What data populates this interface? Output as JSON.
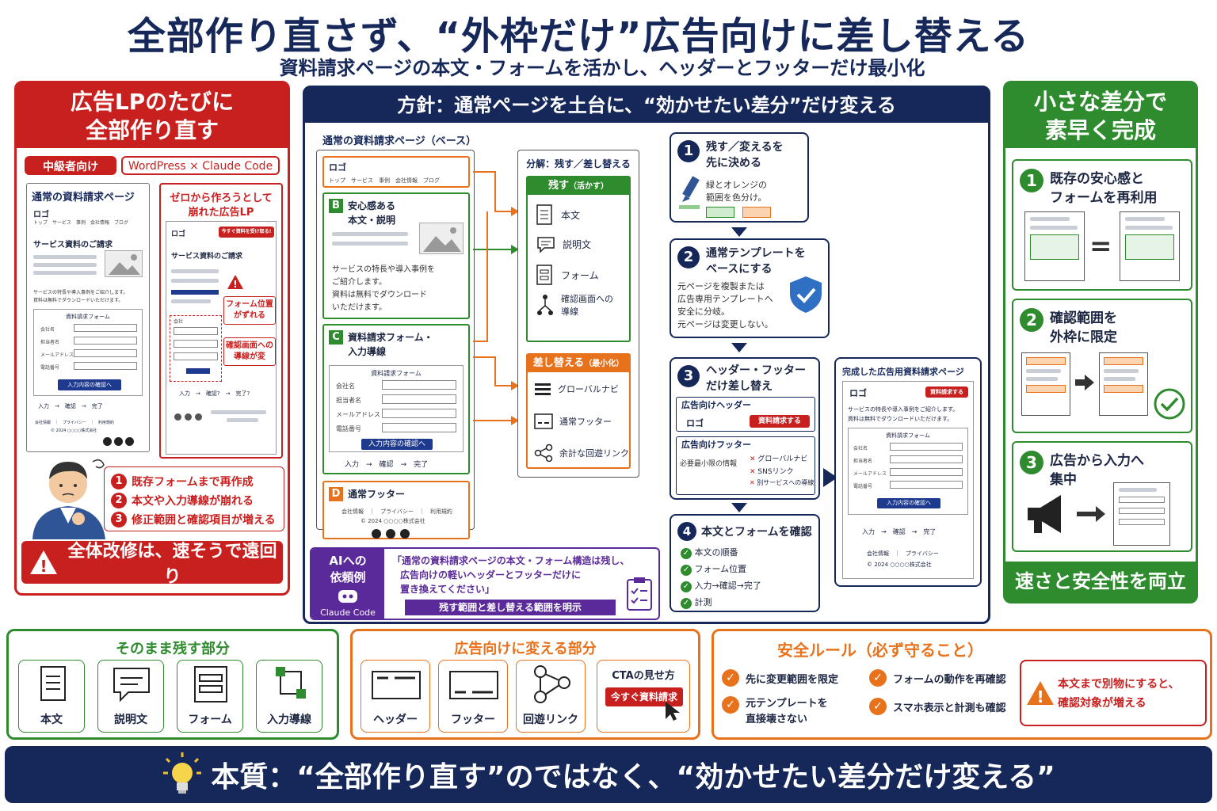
{
  "header": {
    "title": "全部作り直さず、“外枠だけ”広告向けに差し替える",
    "subtitle": "資料請求ページの本文・フォームを活かし、ヘッダーとフッターだけ最小化"
  },
  "left": {
    "title_line1": "広告LPのたびに",
    "title_line2": "全部作り直す",
    "tag1": "中級者向け",
    "tag2": "WordPress × Claude Code",
    "normal_title": "通常の資料請求ページ",
    "broken_title_line1": "ゼロから作ろうとして",
    "broken_title_line2": "崩れた広告LP",
    "logo": "ロゴ",
    "nav": "トップ　サービス　事例　会社情報　ブログ",
    "service_heading": "サービス資料のご請求",
    "body1": "サービスの特長や導入事例をご紹介します。",
    "body2": "資料は無料でダウンロードいただけます。",
    "form_title": "資料請求フォーム",
    "field_company": "会社名",
    "field_person": "担当者名",
    "field_mail": "メールアドレス",
    "field_tel": "電話番号",
    "confirm_btn": "入力内容の確認へ",
    "flow": "入力　→　確認　→　完了",
    "footer_links": "会社情報　｜　プライバシー　｜　利用規約",
    "copyright": "© 2024 ○○○○株式会社",
    "cta_badge": "今すぐ資料を受け取る!",
    "warn1_line1": "フォーム位置",
    "warn1_line2": "がずれる",
    "warn2_line1": "確認画面への",
    "warn2_line2": "導線が変",
    "broken_field": "会社",
    "broken_flow": "入力　→　確認?　→　完了?",
    "problems": [
      "既存フォームまで再作成",
      "本文や入力導線が崩れる",
      "修正範囲と確認項目が増える"
    ],
    "conclusion": "全体改修は、速そうで遠回り"
  },
  "center": {
    "title": "方針：通常ページを土台に、“効かせたい差分”だけ変える",
    "base_label": "通常の資料請求ページ（ベース）",
    "a_logo": "ロゴ",
    "a_nav": "トップ　サービス　事例　会社情報　ブログ",
    "b_title_line1": "安心感ある",
    "b_title_line2": "本文・説明",
    "b_text1": "サービスの特長や導入事例を",
    "b_text2": "ご紹介します。",
    "b_text3": "資料は無料でダウンロード",
    "b_text4": "いただけます。",
    "c_title_line1": "資料請求フォーム・",
    "c_title_line2": "入力導線",
    "form_title": "資料請求フォーム",
    "field_company": "会社名",
    "field_person": "担当者名",
    "field_mail": "メールアドレス",
    "field_tel": "電話番号",
    "confirm_btn": "入力内容の確認へ",
    "flow": "入力　→　確認　→　完了",
    "d_title": "通常フッター",
    "footer_links": "会社情報　｜　プライバシー　｜　利用規約",
    "copyright": "© 2024 ○○○○株式会社",
    "letters": [
      "B",
      "C",
      "D"
    ],
    "decomp_title": "分解：残す／差し替える",
    "keep_label": "残す",
    "keep_sub": "（活かす）",
    "keep_items": [
      "本文",
      "説明文",
      "フォーム",
      "確認画面への",
      "導線"
    ],
    "replace_label": "差し替える",
    "replace_sub": "（最小化）",
    "replace_items": [
      "グローバルナビ",
      "通常フッター",
      "余計な回遊リンク"
    ],
    "step1_line1": "残す／変えるを",
    "step1_line2": "先に決める",
    "step1_text1": "緑とオレンジの",
    "step1_text2": "範囲を色分け。",
    "step2_line1": "通常テンプレートを",
    "step2_line2": "ベースにする",
    "step2_text1": "元ページを複製または",
    "step2_text2": "広告専用テンプレートへ",
    "step2_text3": "安全に分岐。",
    "step2_text4": "元ページは変更しない。",
    "step3_line1": "ヘッダー・フッター",
    "step3_line2": "だけ差し替え",
    "ad_header": "広告向けヘッダー",
    "ad_logo": "ロゴ",
    "ad_cta": "資料請求する",
    "ad_footer": "広告向けフッター",
    "min_info": "必要最小限の情報",
    "removed": [
      "グローバルナビ",
      "SNSリンク",
      "別サービスへの導線"
    ],
    "step4_title": "本文とフォームを確認",
    "step4_items": [
      "本文の順番",
      "フォーム位置",
      "入力→確認→完了",
      "計測"
    ],
    "done_label": "完成した広告用資料請求ページ",
    "done_logo": "ロゴ",
    "done_cta": "資料請求する",
    "done_body1": "サービスの特長や導入事例をご紹介します。",
    "done_body2": "資料は無料でダウンロードいただけます。",
    "done_links": "会社情報　｜　プライバシー",
    "ai_title_line1": "AIへの",
    "ai_title_line2": "依頼例",
    "ai_name": "Claude Code",
    "ai_quote1": "「通常の資料請求ページの本文・フォーム構造は残し、",
    "ai_quote2": "広告向けの軽いヘッダーとフッターだけに",
    "ai_quote3": "置き換えてください」",
    "ai_banner": "残す範囲と差し替える範囲を明示",
    "nums": [
      "1",
      "2",
      "3",
      "4"
    ]
  },
  "right": {
    "title_line1": "小さな差分で",
    "title_line2": "素早く完成",
    "item1_line1": "既存の安心感と",
    "item1_line2": "フォームを再利用",
    "item2_line1": "確認範囲を",
    "item2_line2": "外枠に限定",
    "item3_line1": "広告から入力へ",
    "item3_line2": "集中",
    "nums": [
      "1",
      "2",
      "3"
    ],
    "equals": "=",
    "conclusion": "速さと安全性を両立"
  },
  "bottom": {
    "keep_title": "そのまま残す部分",
    "keep_items": [
      "本文",
      "説明文",
      "フォーム",
      "入力導線"
    ],
    "change_title": "広告向けに変える部分",
    "change_items": [
      "ヘッダー",
      "フッター",
      "回遊リンク"
    ],
    "cta_label": "CTAの見せ方",
    "cta_btn": "今すぐ資料請求",
    "rules_title": "安全ルール（必ず守ること）",
    "rule1": "先に変更範囲を限定",
    "rule2_line1": "元テンプレートを",
    "rule2_line2": "直接壊さない",
    "rule3": "フォームの動作を再確認",
    "rule4": "スマホ表示と計測も確認",
    "warn_line1": "本文まで別物にすると、",
    "warn_line2": "確認対象が増える"
  },
  "footer": {
    "text": "本質：“全部作り直す”のではなく、“効かせたい差分だけ変える”"
  },
  "colors": {
    "navy": "#16285a",
    "red": "#c8201f",
    "green": "#2e8b2e",
    "orange": "#e8721c"
  }
}
